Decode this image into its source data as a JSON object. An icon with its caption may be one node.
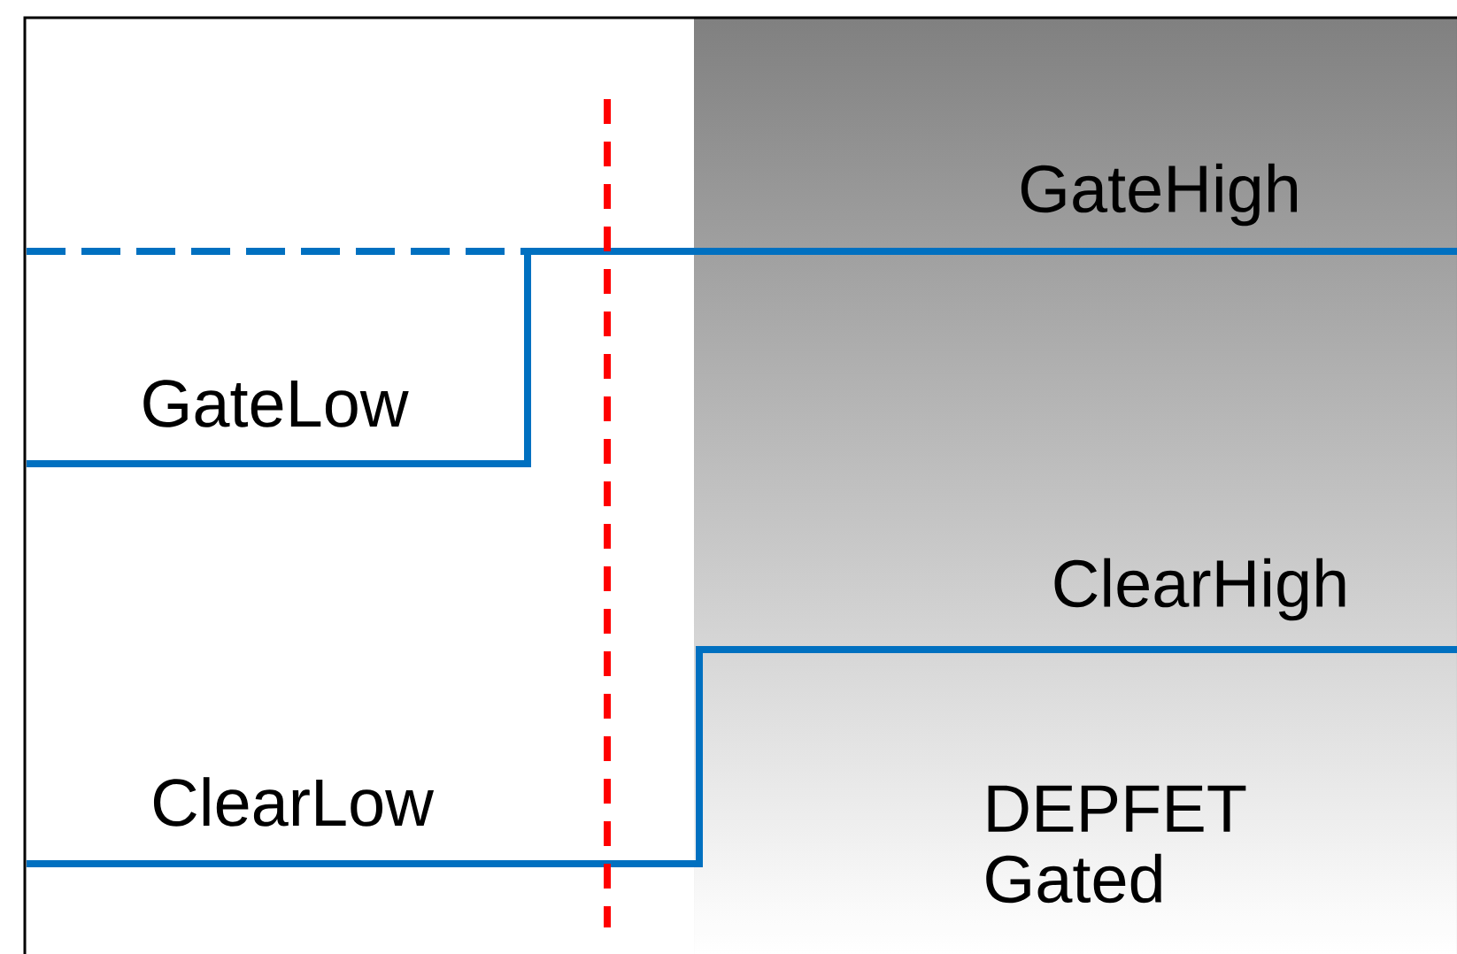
{
  "diagram": {
    "labels": [
      "GateHigh",
      "GateLow",
      "ClearHigh",
      "ClearLow",
      "DEPFET Gated"
    ]
  }
}
